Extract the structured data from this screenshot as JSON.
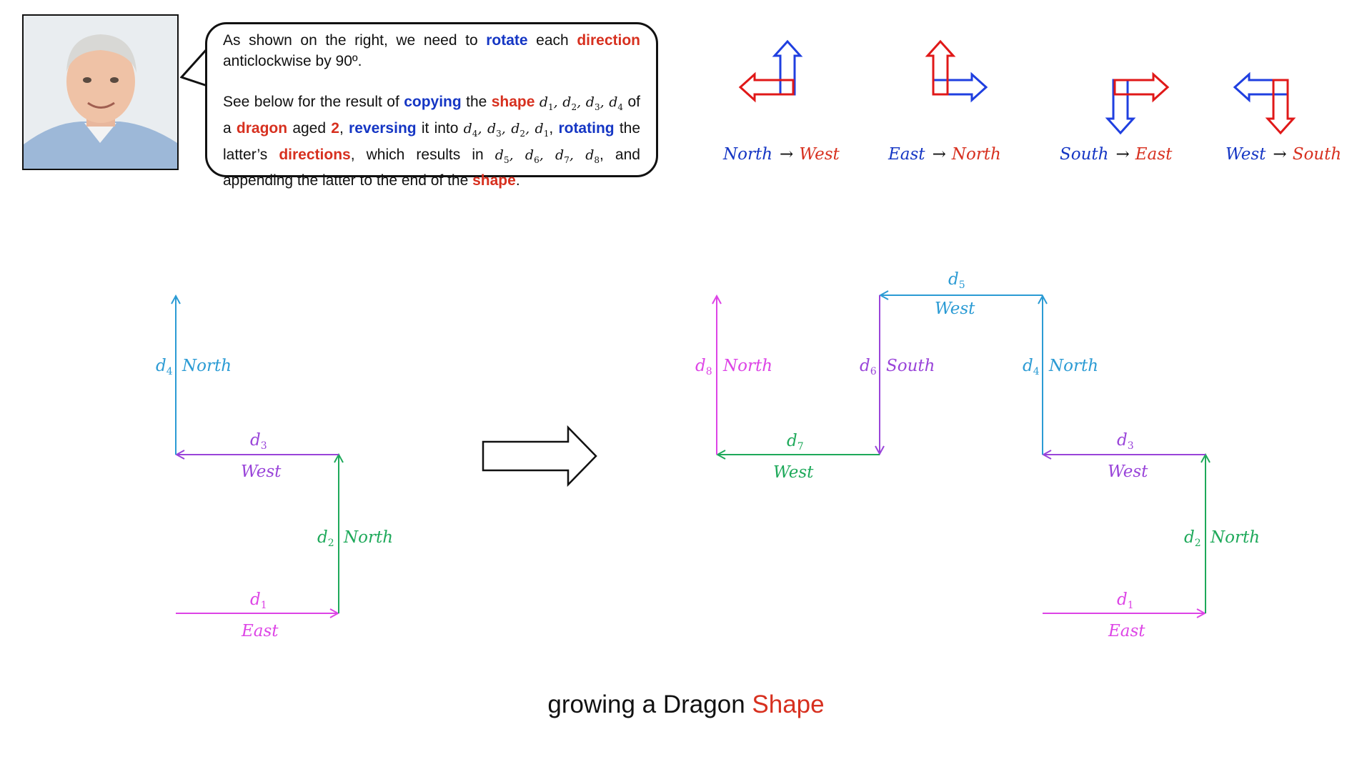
{
  "speech": {
    "p1": [
      {
        "t": "As shown on the right, we need to ",
        "c": ""
      },
      {
        "t": "rotate",
        "c": "kb"
      },
      {
        "t": " each ",
        "c": ""
      },
      {
        "t": "direction",
        "c": "kr"
      },
      {
        "t": " anticlockwise by 90º.",
        "c": ""
      }
    ],
    "p2": [
      {
        "t": "See below for the result of ",
        "c": ""
      },
      {
        "t": "copying",
        "c": "kb"
      },
      {
        "t": " the ",
        "c": ""
      },
      {
        "t": "shape",
        "c": "kr"
      },
      {
        "t": " ",
        "c": ""
      },
      {
        "t": "d1, d2, d3, d4",
        "c": "math",
        "v": [
          "1",
          "2",
          "3",
          "4"
        ]
      },
      {
        "t": " of a ",
        "c": ""
      },
      {
        "t": "dragon",
        "c": "kr"
      },
      {
        "t": " aged ",
        "c": ""
      },
      {
        "t": "2",
        "c": "kr"
      },
      {
        "t": ", ",
        "c": ""
      },
      {
        "t": "reversing",
        "c": "kb"
      },
      {
        "t": " it into ",
        "c": ""
      },
      {
        "t": "d4, d3, d2, d1",
        "c": "math",
        "v": [
          "4",
          "3",
          "2",
          "1"
        ]
      },
      {
        "t": ", ",
        "c": ""
      },
      {
        "t": "rotating",
        "c": "kb"
      },
      {
        "t": " the latter’s ",
        "c": ""
      },
      {
        "t": "directions",
        "c": "kr"
      },
      {
        "t": ", which results in ",
        "c": ""
      },
      {
        "t": "d5, d6, d7, d8",
        "c": "math",
        "v": [
          "5",
          "6",
          "7",
          "8"
        ]
      },
      {
        "t": ", and appending the latter to the end of the ",
        "c": ""
      },
      {
        "t": "shape",
        "c": "kr"
      },
      {
        "t": ".",
        "c": ""
      }
    ]
  },
  "rotation_legend": [
    {
      "from": "North",
      "arrow": "→",
      "to": "West"
    },
    {
      "from": "East",
      "arrow": "→",
      "to": "North"
    },
    {
      "from": "South",
      "arrow": "→",
      "to": "East"
    },
    {
      "from": "West",
      "arrow": "→",
      "to": "South"
    }
  ],
  "left_shape": {
    "segments": [
      {
        "d": "d",
        "sub": "1",
        "dir": "East"
      },
      {
        "d": "d",
        "sub": "2",
        "dir": "North"
      },
      {
        "d": "d",
        "sub": "3",
        "dir": "West"
      },
      {
        "d": "d",
        "sub": "4",
        "dir": "North"
      }
    ]
  },
  "right_shape": {
    "segments": [
      {
        "d": "d",
        "sub": "1",
        "dir": "East"
      },
      {
        "d": "d",
        "sub": "2",
        "dir": "North"
      },
      {
        "d": "d",
        "sub": "3",
        "dir": "West"
      },
      {
        "d": "d",
        "sub": "4",
        "dir": "North"
      },
      {
        "d": "d",
        "sub": "5",
        "dir": "West"
      },
      {
        "d": "d",
        "sub": "6",
        "dir": "South"
      },
      {
        "d": "d",
        "sub": "7",
        "dir": "West"
      },
      {
        "d": "d",
        "sub": "8",
        "dir": "North"
      }
    ]
  },
  "colors": {
    "magenta": "#dd44e6",
    "green": "#1ea95a",
    "purple": "#9944d9",
    "blue": "#2b9bd4",
    "legend_blue": "#1536c4",
    "legend_red": "#d7301f",
    "arrow_blue": "#1f3fe0",
    "arrow_red": "#e01818"
  },
  "caption": {
    "main": "growing a Dragon ",
    "accent": "Shape"
  }
}
